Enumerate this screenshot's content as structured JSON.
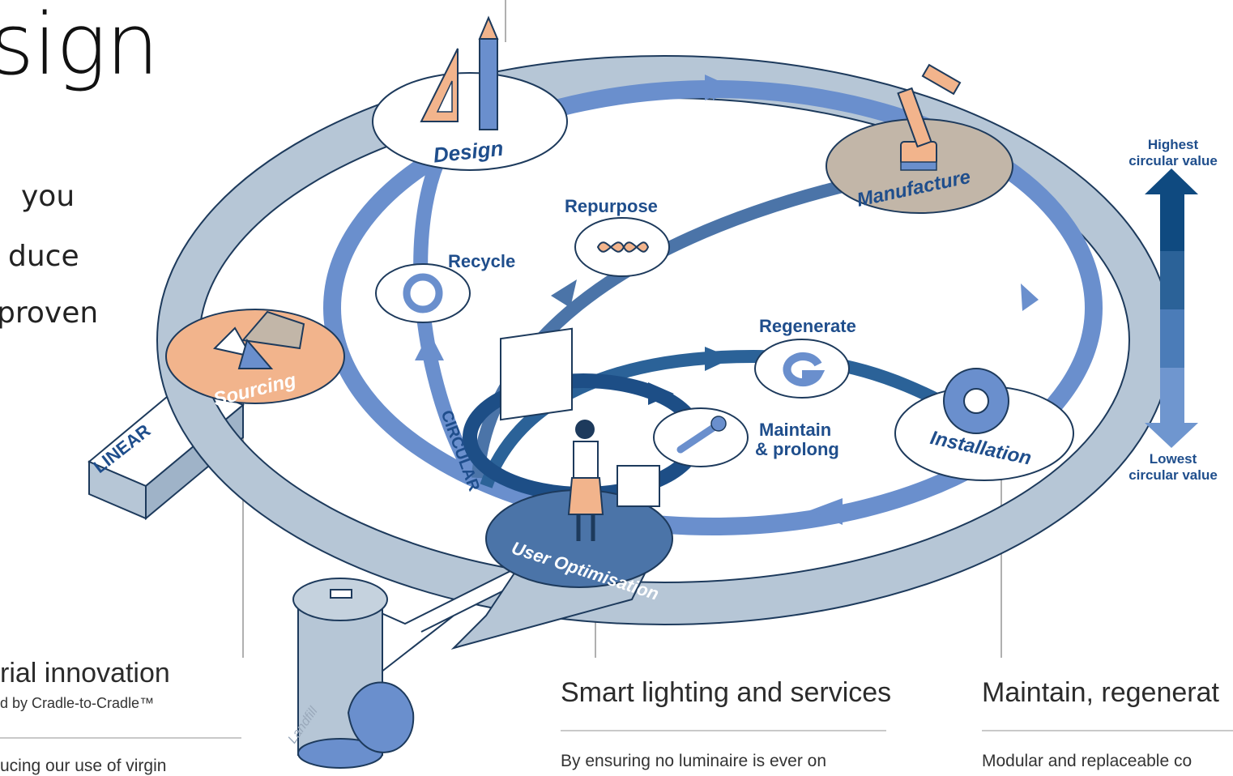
{
  "page": {
    "heading_fragment": "sign",
    "intro_lines": [
      "you",
      "duce",
      "proven"
    ]
  },
  "diagram": {
    "stages": {
      "design": "Design",
      "manufacture": "Manufacture",
      "installation": "Installation",
      "user_optimisation": "User Optimisation",
      "sourcing": "Sourcing"
    },
    "loops": {
      "repurpose": "Repurpose",
      "recycle": "Recycle",
      "regenerate": "Regenerate",
      "maintain_line1": "Maintain",
      "maintain_line2": "& prolong"
    },
    "paths": {
      "linear": "LINEAR",
      "circular": "CIRCULAR",
      "landfill": "Landfill"
    },
    "value_scale": {
      "top_line1": "Highest",
      "top_line2": "circular value",
      "bottom_line1": "Lowest",
      "bottom_line2": "circular value",
      "colors": [
        "#0f4a80",
        "#2b6298",
        "#4b7cb8",
        "#6f96cf"
      ]
    }
  },
  "captions": {
    "materials": {
      "title": "rial innovation",
      "subtitle": "d by Cradle-to-Cradle™",
      "body": "ucing our use of virgin"
    },
    "smart": {
      "title": "Smart lighting and services",
      "body": "By ensuring no luminaire is ever on"
    },
    "maintain": {
      "title": "Maintain, regenerat",
      "body": "Modular and replaceable co"
    }
  },
  "colors": {
    "ring_light": "#b6c6d6",
    "ring_blue": "#6a8fcd",
    "dark_blue": "#1d4e86",
    "peach": "#f2b48c",
    "taupe": "#c2b6a8",
    "label_blue": "#1f4e8c"
  }
}
